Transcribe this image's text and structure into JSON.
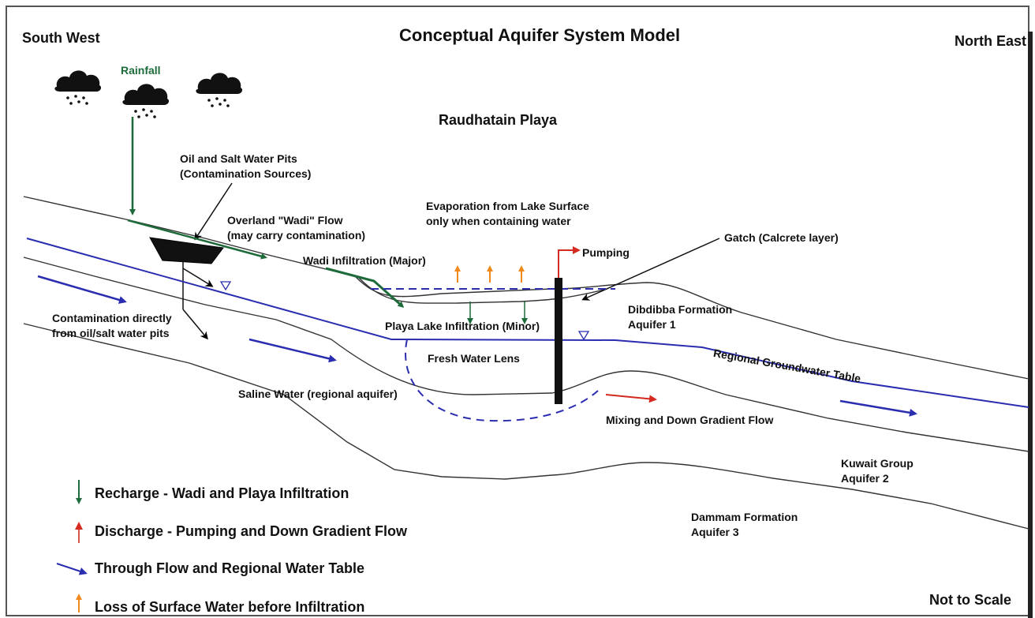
{
  "title": "Conceptual Aquifer System Model",
  "corners": {
    "south_west": "South West",
    "north_east": "North East",
    "scale_note": "Not to Scale"
  },
  "labels": {
    "rainfall": "Rainfall",
    "playa": "Raudhatain Playa",
    "pits_line1": "Oil and Salt Water Pits",
    "pits_line2": "(Contamination Sources)",
    "wadi_flow_line1": "Overland \"Wadi\" Flow",
    "wadi_flow_line2": "(may carry contamination)",
    "evap_line1": "Evaporation from Lake Surface",
    "evap_line2": "only when containing water",
    "pumping": "Pumping",
    "gatch": "Gatch (Calcrete layer)",
    "wadi_infiltration": "Wadi Infiltration (Major)",
    "playa_infiltration": "Playa Lake Infiltration (Minor)",
    "contam_line1": "Contamination directly",
    "contam_line2": "from oil/salt water pits",
    "fresh_lens": "Fresh Water Lens",
    "dibdibba_line1": "Dibdibba Formation",
    "dibdibba_line2": "Aquifer 1",
    "regional_table": "Regional Groundwater Table",
    "saline": "Saline Water (regional aquifer)",
    "mixing": "Mixing and Down Gradient Flow",
    "kuwait_line1": "Kuwait Group",
    "kuwait_line2": "Aquifer 2",
    "dammam_line1": "Dammam Formation",
    "dammam_line2": "Aquifer 3"
  },
  "legend": [
    {
      "icon": "green-down-arrow-icon",
      "label": "Recharge - Wadi and Playa Infiltration",
      "color": "#1d6b3a"
    },
    {
      "icon": "red-up-arrow-icon",
      "label": "Discharge - Pumping and Down Gradient Flow",
      "color": "#d42a1f"
    },
    {
      "icon": "blue-right-arrow-icon",
      "label": "Through Flow and Regional Water Table",
      "color": "#2a2db0"
    },
    {
      "icon": "orange-up-arrow-icon",
      "label": "Loss of Surface Water before Infiltration",
      "color": "#f08a1c"
    }
  ],
  "colors": {
    "recharge": "#1d6b3a",
    "discharge": "#d42a1f",
    "throughflow": "#2a2db0",
    "evaporation": "#f08a1c",
    "strata": "#333333"
  }
}
